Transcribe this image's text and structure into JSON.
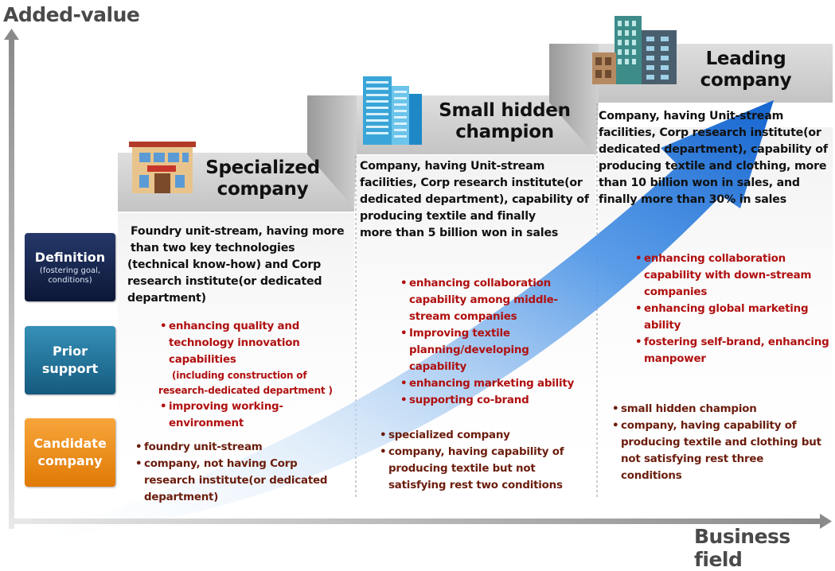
{
  "axes": {
    "y_label": "Added-value",
    "x_label": "Business field"
  },
  "row_labels": {
    "definition": {
      "title": "Definition",
      "subtitle": "(fostering goal, conditions)"
    },
    "prior_support": {
      "line1": "Prior",
      "line2": "support"
    },
    "candidate": {
      "line1": "Candidate",
      "line2": "company"
    }
  },
  "stages": {
    "specialized": {
      "title_line1": "Specialized",
      "title_line2": "company",
      "definition": [
        "Foundry unit-stream, having more",
        "than two key technologies",
        "(technical know-how) and  Corp",
        "research institute(or dedicated",
        "department)"
      ],
      "support": {
        "item1": [
          "enhancing quality and",
          "technology innovation",
          "capabilities"
        ],
        "item1_sub": [
          "(including construction of",
          "research-dedicated department )"
        ],
        "item2": [
          "improving working-",
          "environment"
        ]
      },
      "candidates": {
        "item1": "foundry unit-stream",
        "item2": [
          "company, not having Corp",
          "research institute(or dedicated",
          "department)"
        ]
      }
    },
    "small_hidden": {
      "title_line1": "Small hidden",
      "title_line2": "champion",
      "definition": [
        "Company, having Unit-stream",
        "facilities, Corp  research institute(or",
        "dedicated department), capability of",
        "producing textile and finally",
        "more than 5 billion won in sales"
      ],
      "support": {
        "item1": [
          "enhancing collaboration",
          "capability among middle-",
          "stream companies"
        ],
        "item2": [
          "Improving textile",
          "planning/developing",
          "capability"
        ],
        "item3": "enhancing marketing ability",
        "item4": "supporting co-brand"
      },
      "candidates": {
        "item1": "specialized company",
        "item2": [
          "company, having capability of",
          "producing textile but not",
          "satisfying rest two conditions"
        ]
      }
    },
    "leading": {
      "title_line1": "Leading",
      "title_line2": "company",
      "definition": [
        "Company, having Unit-stream",
        "facilities, Corp research institute(or",
        "dedicated department), capability of",
        "producing textile and clothing, more",
        "than 10 billion won in sales, and",
        "finally more than 30% in sales"
      ],
      "support": {
        "item1": [
          "enhancing collaboration",
          "capability with down-stream",
          "companies"
        ],
        "item2": [
          "enhancing global marketing",
          "ability"
        ],
        "item3": [
          "fostering self-brand, enhancing",
          "manpower"
        ]
      },
      "candidates": {
        "item1": "small hidden champion",
        "item2": [
          "company, having capability of",
          "producing textile and clothing but",
          "not satisfying rest three",
          "conditions"
        ]
      }
    }
  },
  "colors": {
    "definition_box": "#13224a",
    "support_box": "#1f6f95",
    "candidate_box": "#f08a12",
    "arrow": "#1e72d6",
    "support_text": "#b01010",
    "candidate_text": "#6b1d0d"
  }
}
